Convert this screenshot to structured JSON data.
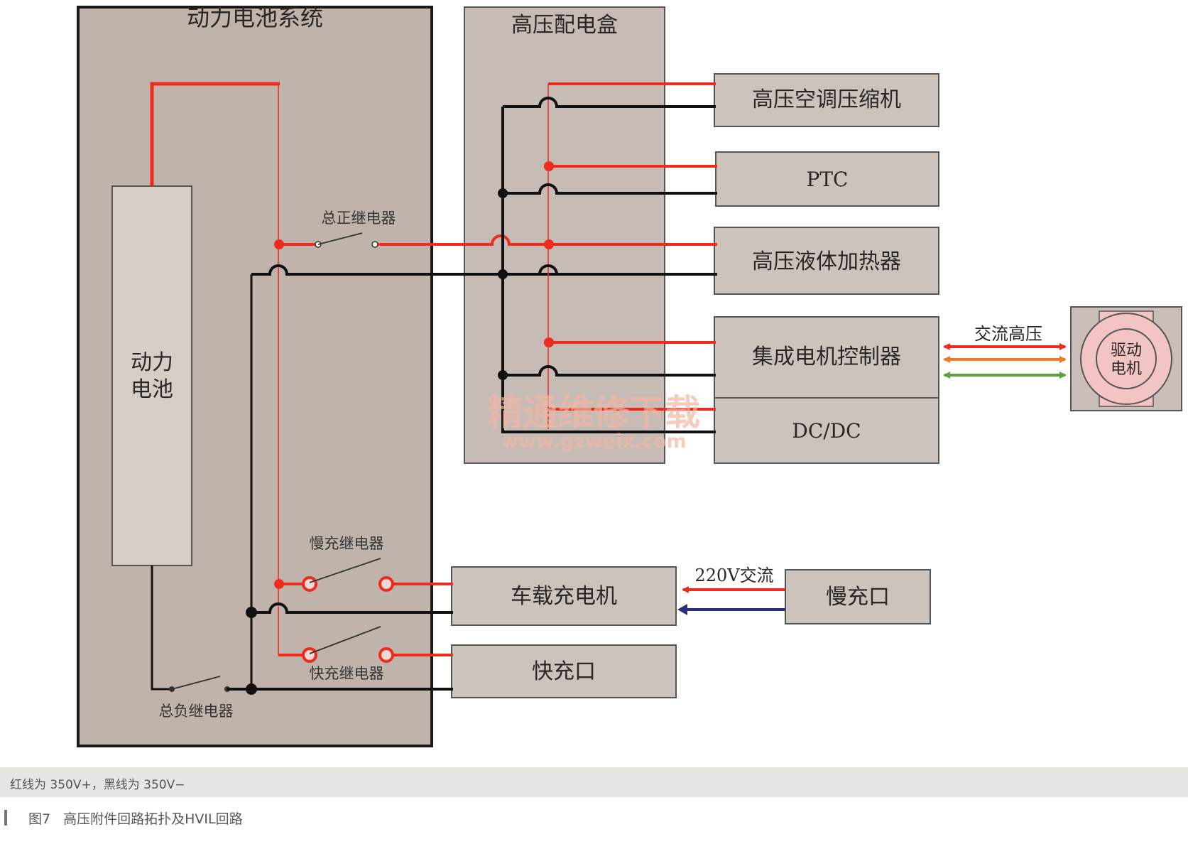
{
  "boxes": {
    "battery_system": "动力电池系统",
    "pdu": "高压配电盒",
    "battery": "动力电池",
    "ac_compressor": "高压空调压缩机",
    "ptc": "PTC",
    "liquid_heater": "高压液体加热器",
    "motor_controller": "集成电机控制器",
    "dcdc": "DC/DC",
    "motor": "驱动电机",
    "onboard_charger": "车载充电机",
    "slow_port": "慢充口",
    "fast_port": "快充口"
  },
  "relays": {
    "main_positive": "总正继电器",
    "main_negative": "总负继电器",
    "slow_charge": "慢充继电器",
    "fast_charge": "快充继电器"
  },
  "labels": {
    "ac_high_voltage": "交流高压",
    "ac_220v": "220V交流"
  },
  "watermark": {
    "line1": "精通维修下载",
    "line2": "www.gzweix.com"
  },
  "note": "红线为 350V+，黑线为 350V−",
  "caption": {
    "number": "图7",
    "title": "高压附件回路拓扑及HVIL回路"
  },
  "colors": {
    "positive": "#ee2b1c",
    "negative": "#111111",
    "box_fill": "#c9bfb8",
    "system_fill": "#bfb3ab",
    "orange": "#f07a26",
    "green": "#5aa53a",
    "blue": "#2c2f7e",
    "motor_fill": "#f2c4c4"
  }
}
